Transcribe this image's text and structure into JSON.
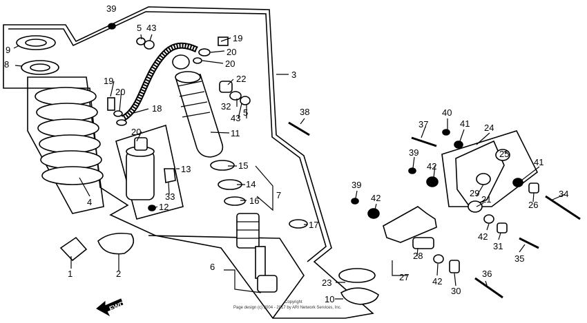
{
  "callouts": [
    {
      "id": "c1",
      "text": "1"
    },
    {
      "id": "c2",
      "text": "2"
    },
    {
      "id": "c3",
      "text": "3"
    },
    {
      "id": "c4",
      "text": "4"
    },
    {
      "id": "c5a",
      "text": "5"
    },
    {
      "id": "c5b",
      "text": "5"
    },
    {
      "id": "c6",
      "text": "6"
    },
    {
      "id": "c7",
      "text": "7"
    },
    {
      "id": "c8",
      "text": "8"
    },
    {
      "id": "c9",
      "text": "9"
    },
    {
      "id": "c10",
      "text": "10"
    },
    {
      "id": "c11",
      "text": "11"
    },
    {
      "id": "c12",
      "text": "12"
    },
    {
      "id": "c13",
      "text": "13"
    },
    {
      "id": "c14",
      "text": "14"
    },
    {
      "id": "c15",
      "text": "15"
    },
    {
      "id": "c16",
      "text": "16"
    },
    {
      "id": "c17",
      "text": "17"
    },
    {
      "id": "c18",
      "text": "18"
    },
    {
      "id": "c19a",
      "text": "19"
    },
    {
      "id": "c19b",
      "text": "19"
    },
    {
      "id": "c20a",
      "text": "20"
    },
    {
      "id": "c20b",
      "text": "20"
    },
    {
      "id": "c20c",
      "text": "20"
    },
    {
      "id": "c20d",
      "text": "20"
    },
    {
      "id": "c21",
      "text": "21"
    },
    {
      "id": "c22",
      "text": "22"
    },
    {
      "id": "c23",
      "text": "23"
    },
    {
      "id": "c24",
      "text": "24"
    },
    {
      "id": "c25",
      "text": "25"
    },
    {
      "id": "c26",
      "text": "26"
    },
    {
      "id": "c27",
      "text": "27"
    },
    {
      "id": "c28",
      "text": "28"
    },
    {
      "id": "c29",
      "text": "29"
    },
    {
      "id": "c30",
      "text": "30"
    },
    {
      "id": "c31",
      "text": "31"
    },
    {
      "id": "c32",
      "text": "32"
    },
    {
      "id": "c33",
      "text": "33"
    },
    {
      "id": "c34",
      "text": "34"
    },
    {
      "id": "c35",
      "text": "35"
    },
    {
      "id": "c36",
      "text": "36"
    },
    {
      "id": "c37",
      "text": "37"
    },
    {
      "id": "c38",
      "text": "38"
    },
    {
      "id": "c39a",
      "text": "39"
    },
    {
      "id": "c39b",
      "text": "39"
    },
    {
      "id": "c39c",
      "text": "39"
    },
    {
      "id": "c40",
      "text": "40"
    },
    {
      "id": "c41a",
      "text": "41"
    },
    {
      "id": "c41b",
      "text": "41"
    },
    {
      "id": "c42a",
      "text": "42"
    },
    {
      "id": "c42b",
      "text": "42"
    },
    {
      "id": "c42c",
      "text": "42"
    },
    {
      "id": "c42d",
      "text": "42"
    },
    {
      "id": "c43a",
      "text": "43"
    },
    {
      "id": "c43b",
      "text": "43"
    }
  ],
  "fwd_label": "FWD",
  "copyright_line1": "Copyright",
  "copyright_line2": "Page design (c) 2004 - 2017 by ARI Network Services, Inc."
}
